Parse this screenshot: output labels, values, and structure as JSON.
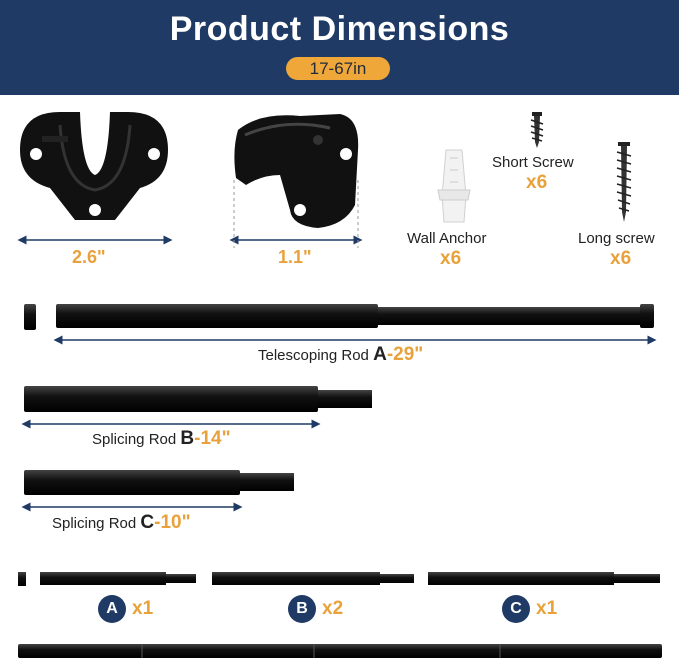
{
  "header": {
    "title": "Product Dimensions",
    "range": "17-67in"
  },
  "parts": {
    "bracket_front_width": "2.6\"",
    "bracket_side_width": "1.1\"",
    "wall_anchor": {
      "label": "Wall Anchor",
      "qty": "x6"
    },
    "short_screw": {
      "label": "Short Screw",
      "qty": "x6"
    },
    "long_screw": {
      "label": "Long screw",
      "qty": "x6"
    }
  },
  "rods": {
    "a": {
      "name": "Telescoping Rod ",
      "letter": "A",
      "length": "-29\""
    },
    "b": {
      "name": "Splicing Rod ",
      "letter": "B",
      "length": "-14\""
    },
    "c": {
      "name": "Splicing Rod ",
      "letter": "C",
      "length": "-10\""
    }
  },
  "assembly": {
    "items": [
      {
        "letter": "A",
        "qty": "x1"
      },
      {
        "letter": "B",
        "qty": "x2"
      },
      {
        "letter": "C",
        "qty": "x1"
      }
    ]
  },
  "colors": {
    "banner": "#1f3a64",
    "accent": "#f0a73a",
    "rod": "#1a1a1a"
  }
}
